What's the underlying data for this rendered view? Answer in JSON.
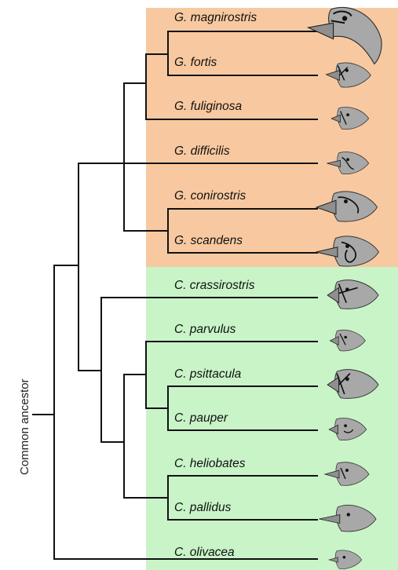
{
  "groups": {
    "ground_finches": {
      "color": "#f8c9a0"
    },
    "tree_finches": {
      "color": "#c8f4c8"
    }
  },
  "root_label": "Common ancestor",
  "species": [
    {
      "name": "G. magnirostris",
      "group": "ground_finches",
      "icon": "large-beak-finch-head-icon"
    },
    {
      "name": "G. fortis",
      "group": "ground_finches",
      "icon": "medium-beak-finch-head-icon"
    },
    {
      "name": "G. fuliginosa",
      "group": "ground_finches",
      "icon": "small-beak-finch-head-icon"
    },
    {
      "name": "G. difficilis",
      "group": "ground_finches",
      "icon": "sharp-beak-finch-head-icon"
    },
    {
      "name": "G. conirostris",
      "group": "ground_finches",
      "icon": "cone-beak-finch-head-icon"
    },
    {
      "name": "G. scandens",
      "group": "ground_finches",
      "icon": "cactus-beak-finch-head-icon"
    },
    {
      "name": "C. crassirostris",
      "group": "tree_finches",
      "icon": "vegetarian-finch-head-icon"
    },
    {
      "name": "C. parvulus",
      "group": "tree_finches",
      "icon": "small-tree-finch-head-icon"
    },
    {
      "name": "C. psittacula",
      "group": "tree_finches",
      "icon": "large-tree-finch-head-icon"
    },
    {
      "name": "C. pauper",
      "group": "tree_finches",
      "icon": "medium-tree-finch-head-icon"
    },
    {
      "name": "C. heliobates",
      "group": "tree_finches",
      "icon": "mangrove-finch-head-icon"
    },
    {
      "name": "C. pallidus",
      "group": "tree_finches",
      "icon": "woodpecker-finch-head-icon"
    },
    {
      "name": "C. olivacea",
      "group": "tree_finches",
      "icon": "warbler-finch-head-icon"
    }
  ]
}
